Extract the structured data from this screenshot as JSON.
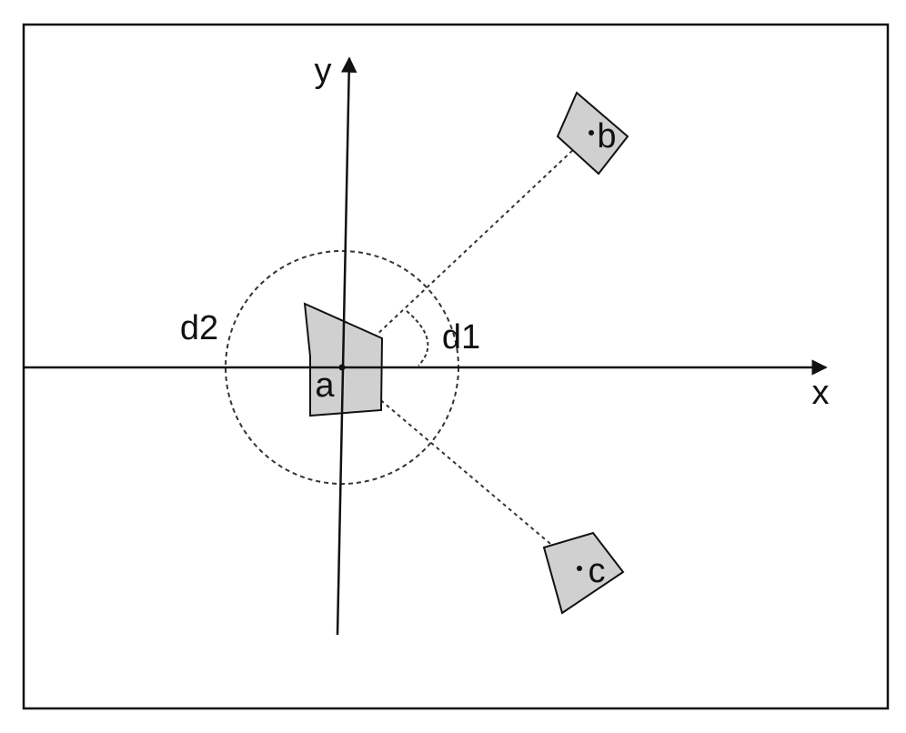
{
  "labels": {
    "y_axis": "y",
    "x_axis": "x",
    "point_a": "a",
    "point_b": "b",
    "point_c": "c",
    "angle_d1": "d1",
    "angle_d2": "d2"
  },
  "colors": {
    "background": "#ffffff",
    "shape_fill": "#d0d0d0",
    "stroke": "#111111"
  }
}
